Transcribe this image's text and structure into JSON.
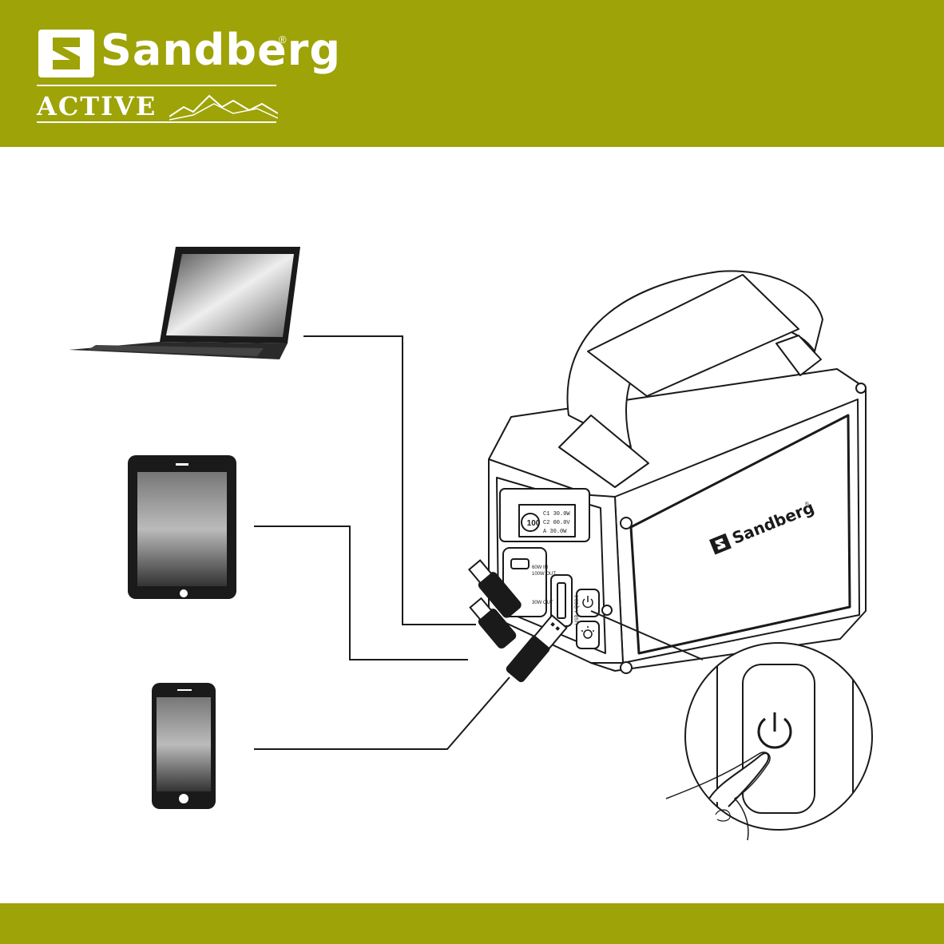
{
  "colors": {
    "brand": "#9EA308",
    "line": "#1a1a1a",
    "white": "#ffffff"
  },
  "header": {
    "brand_name": "Sandberg",
    "registered_mark": "®",
    "sub_brand": "ACTIVE"
  },
  "device": {
    "brand_name": "Sandberg",
    "registered_mark": "®",
    "display": {
      "battery_percent": "100",
      "rows": [
        {
          "label": "C1",
          "value": "30.0W"
        },
        {
          "label": "C2",
          "value": "00.0V"
        },
        {
          "label": "A",
          "value": "30.0W"
        }
      ]
    },
    "port_labels": [
      "60W IN",
      "100W OUT",
      "30W OUT",
      "USB-A QC3.0"
    ]
  },
  "icons": [
    "sandberg-logo-icon",
    "mountains-icon",
    "power-icon",
    "light-icon",
    "laptop-icon",
    "tablet-icon",
    "smartphone-icon",
    "usb-c-plug-icon",
    "usb-a-plug-icon",
    "hand-icon"
  ]
}
